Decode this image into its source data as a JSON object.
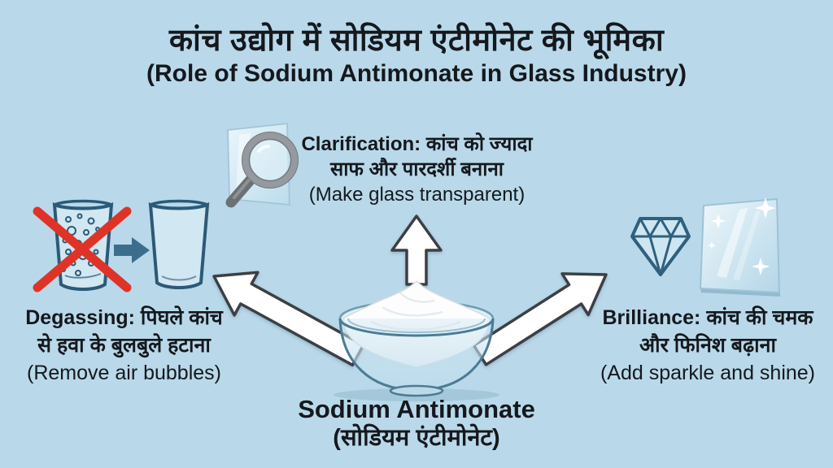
{
  "header": {
    "title_hindi": "कांच उद्योग में सोडियम एंटीमोनेट की भूमिका",
    "title_english": "(Role of Sodium Antimonate in Glass Industry)"
  },
  "clarification": {
    "label": "Clarification:",
    "hindi_after_label": "कांच को ज्यादा",
    "hindi_line2": "साफ और पारदर्शी बनाना",
    "english": "(Make glass transparent)",
    "icon": "magnifier-over-glass-icon"
  },
  "degassing": {
    "label": "Degassing:",
    "hindi_after_label": "पिघले कांच",
    "hindi_line2": "से हवा के बुलबुले हटाना",
    "english": "(Remove air bubbles)",
    "icons": [
      "crossed-bubbly-glass-icon",
      "small-right-arrow-icon",
      "clear-glass-icon"
    ]
  },
  "brilliance": {
    "label": "Brilliance:",
    "hindi_after_label": "कांच की चमक",
    "hindi_line2": "और फिनिश बढ़ाना",
    "english": "(Add sparkle and shine)",
    "icons": [
      "diamond-icon",
      "sparkling-glass-pane-icon"
    ]
  },
  "center": {
    "label_english": "Sodium Antimonate",
    "label_hindi": "(सोडियम एंटीमोनेट)",
    "icon": "powder-bowl-icon"
  },
  "colors": {
    "background": "#b9d9ea",
    "text": "#15181d",
    "glass_outline": "#2b5a78",
    "red_cross": "#df3327",
    "small_arrow": "#3b6e8c",
    "big_arrow_fill": "#ffffff",
    "big_arrow_outline": "#3c3f44"
  }
}
